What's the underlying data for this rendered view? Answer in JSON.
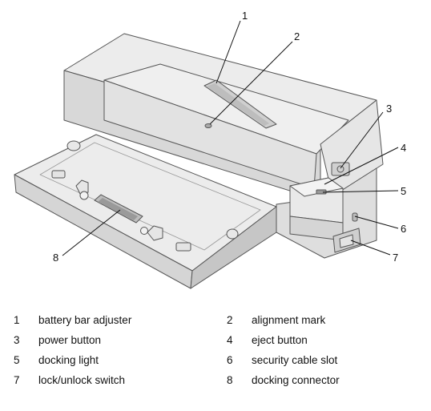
{
  "callouts": [
    "1",
    "2",
    "3",
    "4",
    "5",
    "6",
    "7",
    "8"
  ],
  "legend": [
    {
      "num": "1",
      "label": "battery bar adjuster"
    },
    {
      "num": "2",
      "label": "alignment mark"
    },
    {
      "num": "3",
      "label": "power button"
    },
    {
      "num": "4",
      "label": "eject button"
    },
    {
      "num": "5",
      "label": "docking light"
    },
    {
      "num": "6",
      "label": "security cable slot"
    },
    {
      "num": "7",
      "label": "lock/unlock switch"
    },
    {
      "num": "8",
      "label": "docking connector"
    }
  ],
  "colors": {
    "device_light": "#ececec",
    "device_mid": "#dcdcdc",
    "device_dark": "#c4c4c4",
    "outline": "#555555",
    "callout_line": "#111111"
  }
}
